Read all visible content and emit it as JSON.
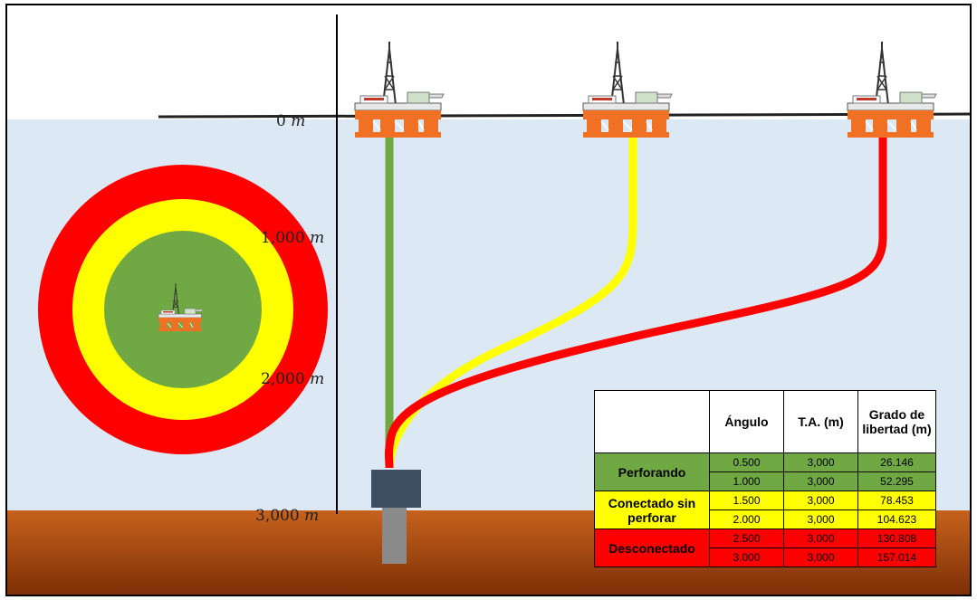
{
  "depth_labels": [
    "0 m",
    "1,000 m",
    "2,000 m",
    "3,000 m"
  ],
  "depth_values": [
    "0",
    "1,000",
    "2,000",
    "3,000"
  ],
  "depth_unit": "m",
  "colors": {
    "perforando": "#70a844",
    "conectado": "#ffff00",
    "desconectado": "#ff0000",
    "water": "#dce8f3",
    "seabed": "#b8500f"
  },
  "table": {
    "headers": [
      "",
      "Ángulo",
      "T.A. (m)",
      "Grado de libertad (m)"
    ],
    "header_libertad_line1": "Grado de",
    "header_libertad_line2": "libertad (m)",
    "groups": [
      {
        "label": "Perforando",
        "rows": [
          [
            "0.500",
            "3,000",
            "26.146"
          ],
          [
            "1.000",
            "3,000",
            "52.295"
          ]
        ]
      },
      {
        "label": "Conectado sin perforar",
        "rows": [
          [
            "1.500",
            "3,000",
            "78.453"
          ],
          [
            "2.000",
            "3,000",
            "104.623"
          ]
        ]
      },
      {
        "label": "Desconectado",
        "rows": [
          [
            "2.500",
            "3,000",
            "130.808"
          ],
          [
            "3.000",
            "3,000",
            "157.014"
          ]
        ]
      }
    ]
  }
}
